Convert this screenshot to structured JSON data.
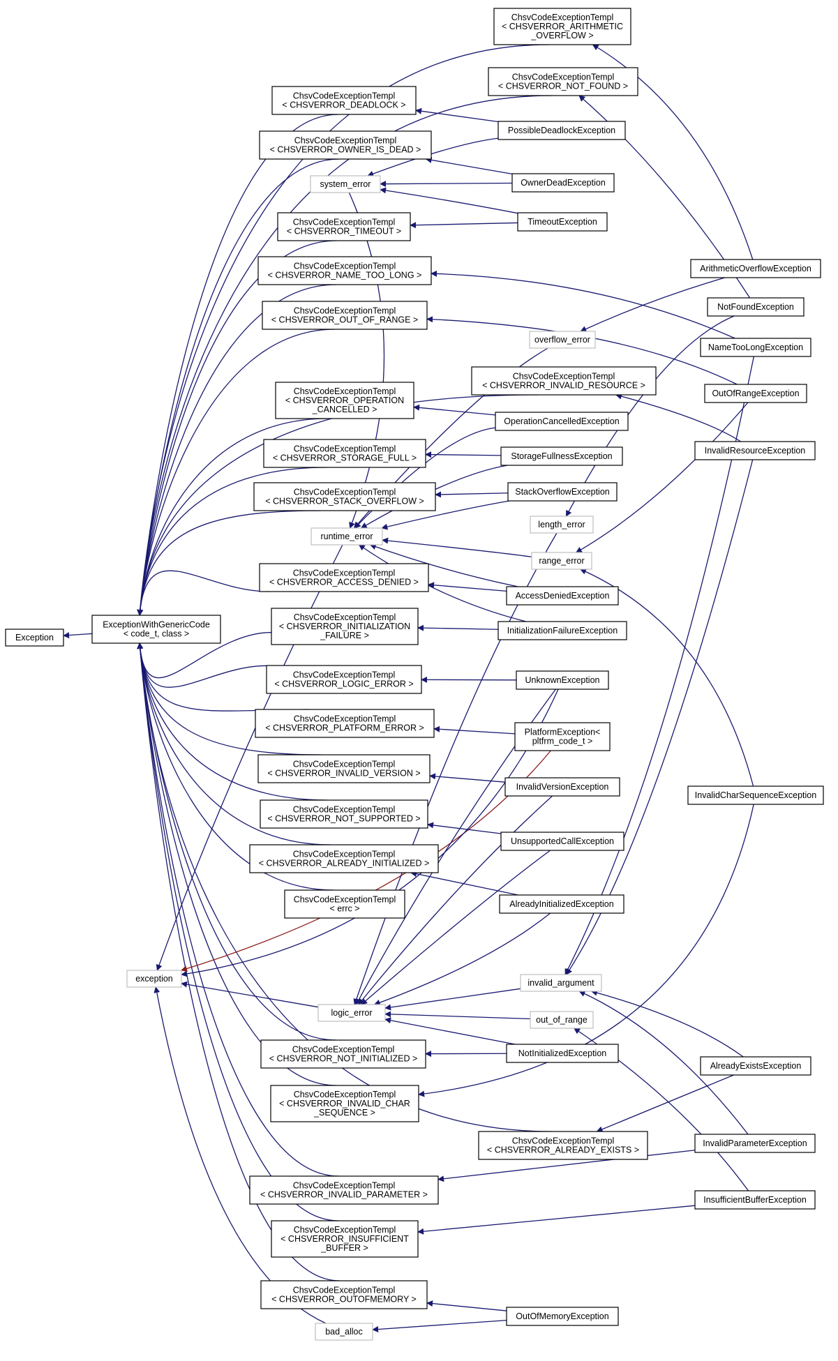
{
  "colors": {
    "edge": "#191970",
    "edge_special": "#8b1a1a",
    "box_border": "#000000",
    "external_border": "#bfbfbf"
  },
  "nodes": [
    {
      "id": "exc",
      "lines": [
        "Exception"
      ]
    },
    {
      "id": "ewgc",
      "lines": [
        "ExceptionWithGenericCode",
        "< code_t, class >"
      ]
    },
    {
      "id": "t_arith",
      "lines": [
        "ChsvCodeExceptionTempl",
        "< CHSVERROR_ARITHMETIC",
        "_OVERFLOW >"
      ]
    },
    {
      "id": "t_notfound",
      "lines": [
        "ChsvCodeExceptionTempl",
        "< CHSVERROR_NOT_FOUND >"
      ]
    },
    {
      "id": "t_deadlock",
      "lines": [
        "ChsvCodeExceptionTempl",
        "< CHSVERROR_DEADLOCK >"
      ]
    },
    {
      "id": "t_ownerdead",
      "lines": [
        "ChsvCodeExceptionTempl",
        "< CHSVERROR_OWNER_IS_DEAD >"
      ]
    },
    {
      "id": "t_timeout",
      "lines": [
        "ChsvCodeExceptionTempl",
        "< CHSVERROR_TIMEOUT >"
      ]
    },
    {
      "id": "t_nametoolong",
      "lines": [
        "ChsvCodeExceptionTempl",
        "< CHSVERROR_NAME_TOO_LONG >"
      ]
    },
    {
      "id": "t_outofrange",
      "lines": [
        "ChsvCodeExceptionTempl",
        "< CHSVERROR_OUT_OF_RANGE >"
      ]
    },
    {
      "id": "t_invres",
      "lines": [
        "ChsvCodeExceptionTempl",
        "< CHSVERROR_INVALID_RESOURCE >"
      ]
    },
    {
      "id": "t_opcancel",
      "lines": [
        "ChsvCodeExceptionTempl",
        "< CHSVERROR_OPERATION",
        "_CANCELLED >"
      ]
    },
    {
      "id": "t_storage",
      "lines": [
        "ChsvCodeExceptionTempl",
        "< CHSVERROR_STORAGE_FULL >"
      ]
    },
    {
      "id": "t_stack",
      "lines": [
        "ChsvCodeExceptionTempl",
        "< CHSVERROR_STACK_OVERFLOW >"
      ]
    },
    {
      "id": "t_access",
      "lines": [
        "ChsvCodeExceptionTempl",
        "< CHSVERROR_ACCESS_DENIED >"
      ]
    },
    {
      "id": "t_init",
      "lines": [
        "ChsvCodeExceptionTempl",
        "< CHSVERROR_INITIALIZATION",
        "_FAILURE >"
      ]
    },
    {
      "id": "t_logic",
      "lines": [
        "ChsvCodeExceptionTempl",
        "< CHSVERROR_LOGIC_ERROR >"
      ]
    },
    {
      "id": "t_platform",
      "lines": [
        "ChsvCodeExceptionTempl",
        "< CHSVERROR_PLATFORM_ERROR >"
      ]
    },
    {
      "id": "t_invver",
      "lines": [
        "ChsvCodeExceptionTempl",
        "< CHSVERROR_INVALID_VERSION >"
      ]
    },
    {
      "id": "t_notsupp",
      "lines": [
        "ChsvCodeExceptionTempl",
        "< CHSVERROR_NOT_SUPPORTED >"
      ]
    },
    {
      "id": "t_alrinit",
      "lines": [
        "ChsvCodeExceptionTempl",
        "< CHSVERROR_ALREADY_INITIALIZED >"
      ]
    },
    {
      "id": "t_errc",
      "lines": [
        "ChsvCodeExceptionTempl",
        "< errc >"
      ]
    },
    {
      "id": "t_notinit",
      "lines": [
        "ChsvCodeExceptionTempl",
        "< CHSVERROR_NOT_INITIALIZED >"
      ]
    },
    {
      "id": "t_invchar",
      "lines": [
        "ChsvCodeExceptionTempl",
        "< CHSVERROR_INVALID_CHAR",
        "_SEQUENCE >"
      ]
    },
    {
      "id": "t_alrexists",
      "lines": [
        "ChsvCodeExceptionTempl",
        "< CHSVERROR_ALREADY_EXISTS >"
      ]
    },
    {
      "id": "t_invparam",
      "lines": [
        "ChsvCodeExceptionTempl",
        "< CHSVERROR_INVALID_PARAMETER >"
      ]
    },
    {
      "id": "t_insuff",
      "lines": [
        "ChsvCodeExceptionTempl",
        "< CHSVERROR_INSUFFICIENT",
        "_BUFFER >"
      ]
    },
    {
      "id": "t_oom",
      "lines": [
        "ChsvCodeExceptionTempl",
        "< CHSVERROR_OUTOFMEMORY >"
      ]
    },
    {
      "id": "system_error",
      "lines": [
        "system_error"
      ],
      "external": true
    },
    {
      "id": "overflow_error",
      "lines": [
        "overflow_error"
      ],
      "external": true
    },
    {
      "id": "runtime_error",
      "lines": [
        "runtime_error"
      ],
      "external": true
    },
    {
      "id": "length_error",
      "lines": [
        "length_error"
      ],
      "external": true
    },
    {
      "id": "range_error",
      "lines": [
        "range_error"
      ],
      "external": true
    },
    {
      "id": "exception",
      "lines": [
        "exception"
      ],
      "external": true
    },
    {
      "id": "logic_error",
      "lines": [
        "logic_error"
      ],
      "external": true
    },
    {
      "id": "invalid_argument",
      "lines": [
        "invalid_argument"
      ],
      "external": true
    },
    {
      "id": "out_of_range",
      "lines": [
        "out_of_range"
      ],
      "external": true
    },
    {
      "id": "bad_alloc",
      "lines": [
        "bad_alloc"
      ],
      "external": true
    },
    {
      "id": "PossibleDeadlock",
      "lines": [
        "PossibleDeadlockException"
      ]
    },
    {
      "id": "OwnerDead",
      "lines": [
        "OwnerDeadException"
      ]
    },
    {
      "id": "Timeout",
      "lines": [
        "TimeoutException"
      ]
    },
    {
      "id": "ArithOverflow",
      "lines": [
        "ArithmeticOverflowException"
      ]
    },
    {
      "id": "NotFound",
      "lines": [
        "NotFoundException"
      ]
    },
    {
      "id": "NameTooLong",
      "lines": [
        "NameTooLongException"
      ]
    },
    {
      "id": "OutOfRange",
      "lines": [
        "OutOfRangeException"
      ]
    },
    {
      "id": "InvalidResource",
      "lines": [
        "InvalidResourceException"
      ]
    },
    {
      "id": "OpCancelled",
      "lines": [
        "OperationCancelledException"
      ]
    },
    {
      "id": "StorageFull",
      "lines": [
        "StorageFullnessException"
      ]
    },
    {
      "id": "StackOverflow",
      "lines": [
        "StackOverflowException"
      ]
    },
    {
      "id": "AccessDenied",
      "lines": [
        "AccessDeniedException"
      ]
    },
    {
      "id": "InitFailure",
      "lines": [
        "InitializationFailureException"
      ]
    },
    {
      "id": "Unknown",
      "lines": [
        "UnknownException"
      ]
    },
    {
      "id": "Platform",
      "lines": [
        "PlatformException<",
        "pltfrm_code_t >"
      ]
    },
    {
      "id": "InvalidVersion",
      "lines": [
        "InvalidVersionException"
      ]
    },
    {
      "id": "InvalidCharSeq",
      "lines": [
        "InvalidCharSequenceException"
      ]
    },
    {
      "id": "UnsupportedCall",
      "lines": [
        "UnsupportedCallException"
      ]
    },
    {
      "id": "AlreadyInit",
      "lines": [
        "AlreadyInitializedException"
      ]
    },
    {
      "id": "NotInit",
      "lines": [
        "NotInitializedException"
      ]
    },
    {
      "id": "AlreadyExists",
      "lines": [
        "AlreadyExistsException"
      ]
    },
    {
      "id": "InvalidParam",
      "lines": [
        "InvalidParameterException"
      ]
    },
    {
      "id": "InsuffBuffer",
      "lines": [
        "InsufficientBufferException"
      ]
    },
    {
      "id": "OutOfMemory",
      "lines": [
        "OutOfMemoryException"
      ]
    }
  ],
  "edges": [
    {
      "from": "ewgc",
      "to": "exc"
    },
    {
      "from": "t_arith",
      "to": "ewgc"
    },
    {
      "from": "t_notfound",
      "to": "ewgc"
    },
    {
      "from": "t_deadlock",
      "to": "ewgc"
    },
    {
      "from": "t_ownerdead",
      "to": "ewgc"
    },
    {
      "from": "t_timeout",
      "to": "ewgc"
    },
    {
      "from": "t_nametoolong",
      "to": "ewgc"
    },
    {
      "from": "t_outofrange",
      "to": "ewgc"
    },
    {
      "from": "t_invres",
      "to": "ewgc"
    },
    {
      "from": "t_opcancel",
      "to": "ewgc"
    },
    {
      "from": "t_storage",
      "to": "ewgc"
    },
    {
      "from": "t_stack",
      "to": "ewgc"
    },
    {
      "from": "t_access",
      "to": "ewgc"
    },
    {
      "from": "t_init",
      "to": "ewgc"
    },
    {
      "from": "t_logic",
      "to": "ewgc"
    },
    {
      "from": "t_platform",
      "to": "ewgc"
    },
    {
      "from": "t_invver",
      "to": "ewgc"
    },
    {
      "from": "t_notsupp",
      "to": "ewgc"
    },
    {
      "from": "t_alrinit",
      "to": "ewgc"
    },
    {
      "from": "t_errc",
      "to": "ewgc"
    },
    {
      "from": "t_notinit",
      "to": "ewgc"
    },
    {
      "from": "t_invchar",
      "to": "ewgc"
    },
    {
      "from": "t_alrexists",
      "to": "ewgc"
    },
    {
      "from": "t_invparam",
      "to": "ewgc"
    },
    {
      "from": "t_insuff",
      "to": "ewgc"
    },
    {
      "from": "t_oom",
      "to": "ewgc"
    },
    {
      "from": "runtime_error",
      "to": "exception"
    },
    {
      "from": "logic_error",
      "to": "exception"
    },
    {
      "from": "bad_alloc",
      "to": "exception"
    },
    {
      "from": "Platform",
      "to": "exception",
      "special": true
    },
    {
      "from": "PossibleDeadlock",
      "to": "t_deadlock"
    },
    {
      "from": "PossibleDeadlock",
      "to": "system_error"
    },
    {
      "from": "OwnerDead",
      "to": "t_ownerdead"
    },
    {
      "from": "OwnerDead",
      "to": "system_error"
    },
    {
      "from": "Timeout",
      "to": "t_timeout"
    },
    {
      "from": "Timeout",
      "to": "system_error"
    },
    {
      "from": "ArithOverflow",
      "to": "t_arith"
    },
    {
      "from": "ArithOverflow",
      "to": "overflow_error"
    },
    {
      "from": "NotFound",
      "to": "t_notfound"
    },
    {
      "from": "NotFound",
      "to": "length_error"
    },
    {
      "from": "NameTooLong",
      "to": "t_nametoolong"
    },
    {
      "from": "OutOfRange",
      "to": "t_outofrange"
    },
    {
      "from": "OutOfRange",
      "to": "range_error"
    },
    {
      "from": "InvalidResource",
      "to": "t_invres"
    },
    {
      "from": "OpCancelled",
      "to": "t_opcancel"
    },
    {
      "from": "OpCancelled",
      "to": "runtime_error"
    },
    {
      "from": "StorageFull",
      "to": "t_storage"
    },
    {
      "from": "StorageFull",
      "to": "runtime_error"
    },
    {
      "from": "StackOverflow",
      "to": "t_stack"
    },
    {
      "from": "StackOverflow",
      "to": "runtime_error"
    },
    {
      "from": "AccessDenied",
      "to": "t_access"
    },
    {
      "from": "AccessDenied",
      "to": "runtime_error"
    },
    {
      "from": "InitFailure",
      "to": "t_init"
    },
    {
      "from": "InitFailure",
      "to": "runtime_error"
    },
    {
      "from": "Unknown",
      "to": "t_logic"
    },
    {
      "from": "Unknown",
      "to": "logic_error"
    },
    {
      "from": "Platform",
      "to": "t_platform"
    },
    {
      "from": "InvalidVersion",
      "to": "t_invver"
    },
    {
      "from": "InvalidVersion",
      "to": "logic_error"
    },
    {
      "from": "UnsupportedCall",
      "to": "t_notsupp"
    },
    {
      "from": "UnsupportedCall",
      "to": "logic_error"
    },
    {
      "from": "AlreadyInit",
      "to": "t_alrinit"
    },
    {
      "from": "AlreadyInit",
      "to": "logic_error"
    },
    {
      "from": "NotInit",
      "to": "t_notinit"
    },
    {
      "from": "NotInit",
      "to": "logic_error"
    },
    {
      "from": "InvalidCharSeq",
      "to": "t_invchar"
    },
    {
      "from": "InvalidCharSeq",
      "to": "range_error"
    },
    {
      "from": "AlreadyExists",
      "to": "t_alrexists"
    },
    {
      "from": "AlreadyExists",
      "to": "invalid_argument"
    },
    {
      "from": "InvalidParam",
      "to": "t_invparam"
    },
    {
      "from": "InvalidParam",
      "to": "invalid_argument"
    },
    {
      "from": "InsuffBuffer",
      "to": "t_insuff"
    },
    {
      "from": "InsuffBuffer",
      "to": "out_of_range"
    },
    {
      "from": "OutOfMemory",
      "to": "t_oom"
    },
    {
      "from": "OutOfMemory",
      "to": "bad_alloc"
    },
    {
      "from": "overflow_error",
      "to": "runtime_error"
    },
    {
      "from": "range_error",
      "to": "runtime_error"
    },
    {
      "from": "system_error",
      "to": "runtime_error"
    },
    {
      "from": "length_error",
      "to": "logic_error"
    },
    {
      "from": "invalid_argument",
      "to": "logic_error"
    },
    {
      "from": "out_of_range",
      "to": "logic_error"
    },
    {
      "from": "InvalidResource",
      "to": "invalid_argument"
    },
    {
      "from": "NameTooLong",
      "to": "invalid_argument"
    },
    {
      "from": "Unknown",
      "to": "exception"
    }
  ]
}
